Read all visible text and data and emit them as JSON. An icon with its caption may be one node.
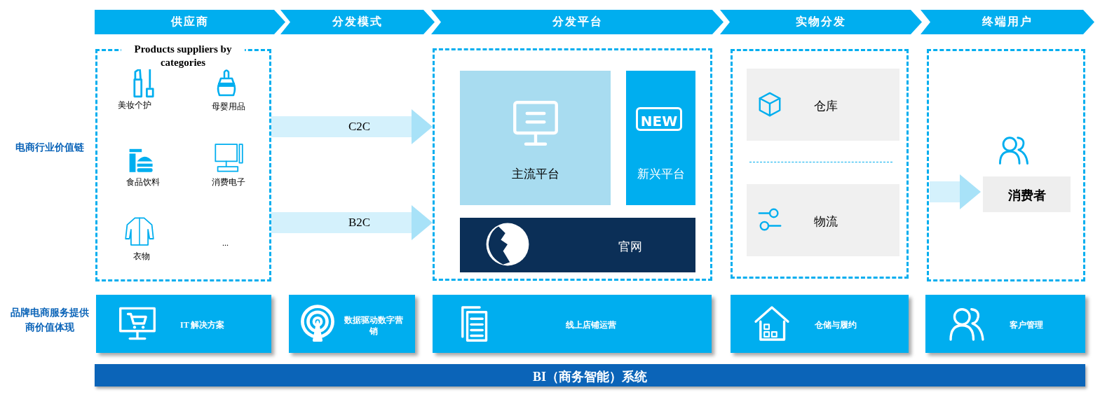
{
  "diagram": {
    "nodes": [
      {
        "text": [
          "供应商"
        ]
      },
      {
        "text": [
          "分发模式"
        ]
      },
      {
        "text": [
          "分发平台"
        ]
      },
      {
        "text": [
          "实物分发"
        ]
      },
      {
        "text": [
          "终端用户"
        ]
      },
      {
        "text": [
          "Products suppliers by categories"
        ]
      },
      {
        "text": [],
        "shape": "box"
      },
      {
        "text": [
          "主流平台"
        ],
        "in": 6
      },
      {
        "text": [
          "NEW",
          "新兴平台"
        ],
        "in": 6
      },
      {
        "text": [
          "官网"
        ],
        "in": 6
      },
      {
        "text": [],
        "shape": "box"
      },
      {
        "text": [
          "仓库"
        ],
        "in": 10
      },
      {
        "text": [
          "物流"
        ],
        "in": 10
      },
      {
        "text": [],
        "shape": "box"
      },
      {
        "text": [
          "消费者"
        ],
        "in": 13
      },
      {
        "text": [
          "IT 解决方案"
        ]
      },
      {
        "text": [
          "数据驱动数字营销"
        ]
      },
      {
        "text": [
          "线上店铺运营"
        ]
      },
      {
        "text": [
          "仓储与履约"
        ]
      },
      {
        "text": [
          "客户管理"
        ]
      },
      {
        "text": [
          "BI（商务智能）系统"
        ]
      }
    ],
    "edges": [
      {
        "from": 5,
        "to": 6,
        "arrow": "to",
        "label": "C2C"
      },
      {
        "from": 5,
        "to": 6,
        "arrow": "to",
        "label": "B2C"
      },
      {
        "from": null,
        "to": 14,
        "arrow": "to"
      }
    ],
    "labels": [
      "美妆个护",
      "母婴用品",
      "食品饮料",
      "消费电子",
      "衣物",
      "...",
      "电商行业价值链",
      "品牌电商服务提供商价值体现"
    ]
  }
}
